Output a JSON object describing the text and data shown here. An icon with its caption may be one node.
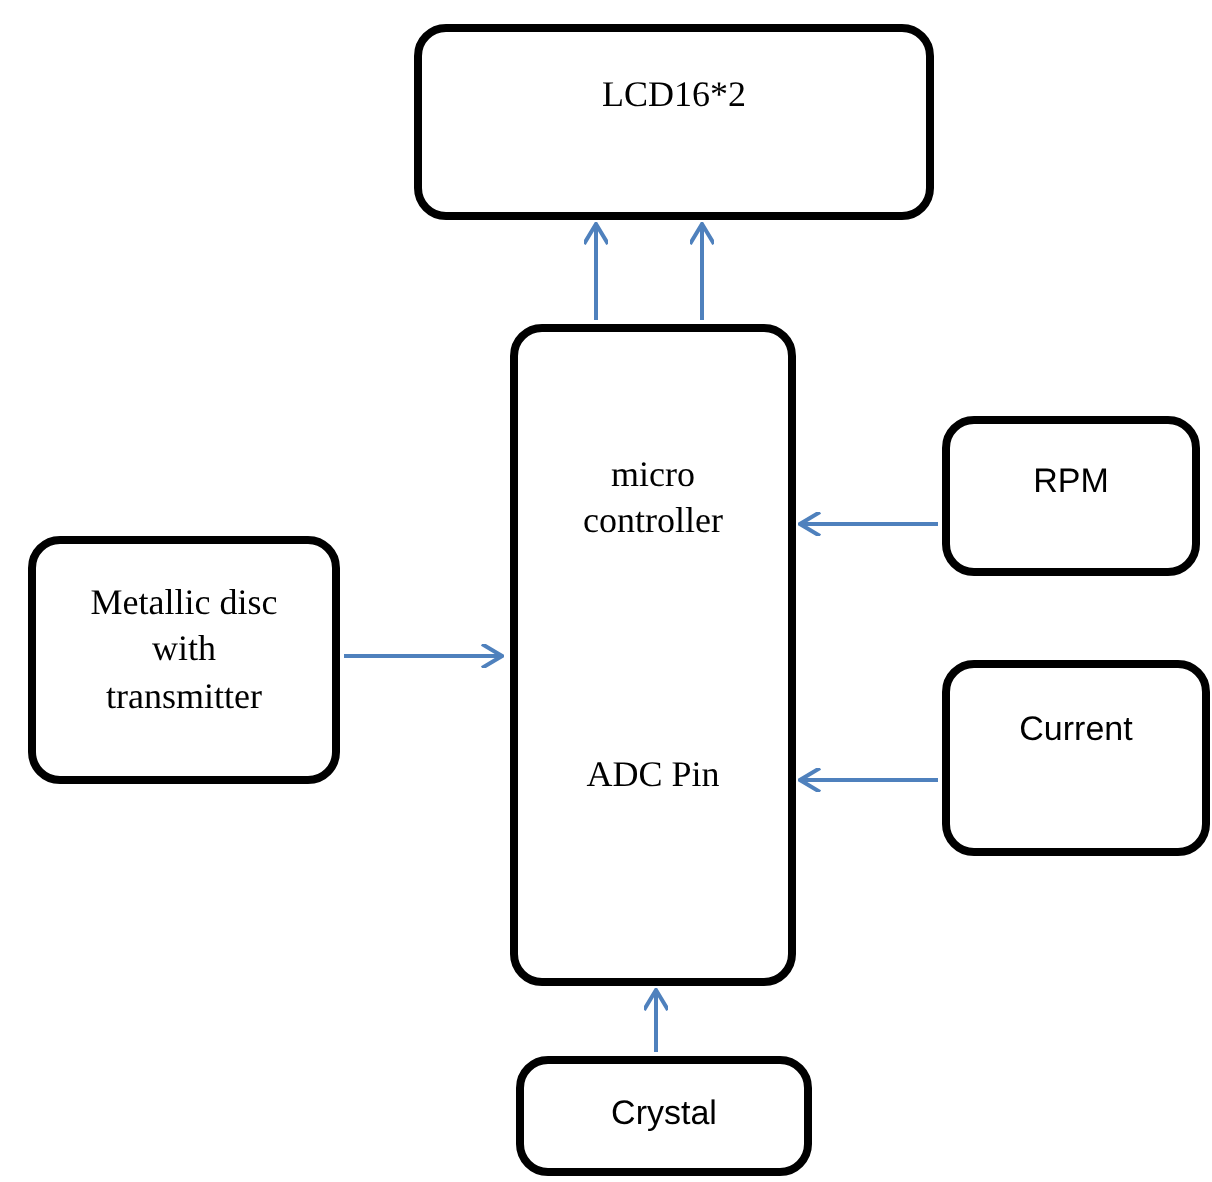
{
  "diagram": {
    "nodes": [
      {
        "text": [
          "LCD16*2"
        ]
      },
      {
        "text": [
          "micro controller",
          "ADC Pin"
        ]
      },
      {
        "text": [
          "RPM"
        ]
      },
      {
        "text": [
          "Metallic disc with transmitter"
        ]
      },
      {
        "text": [
          "Current"
        ]
      },
      {
        "text": [
          "Crystal"
        ]
      }
    ],
    "edges": [
      {
        "from": 1,
        "to": 0,
        "arrow": "to"
      },
      {
        "from": 1,
        "to": 0,
        "arrow": "to"
      },
      {
        "from": 2,
        "to": 1,
        "arrow": "to"
      },
      {
        "from": 3,
        "to": 1,
        "arrow": "to"
      },
      {
        "from": 4,
        "to": 1,
        "arrow": "to"
      },
      {
        "from": 5,
        "to": 1,
        "arrow": "to"
      }
    ]
  }
}
